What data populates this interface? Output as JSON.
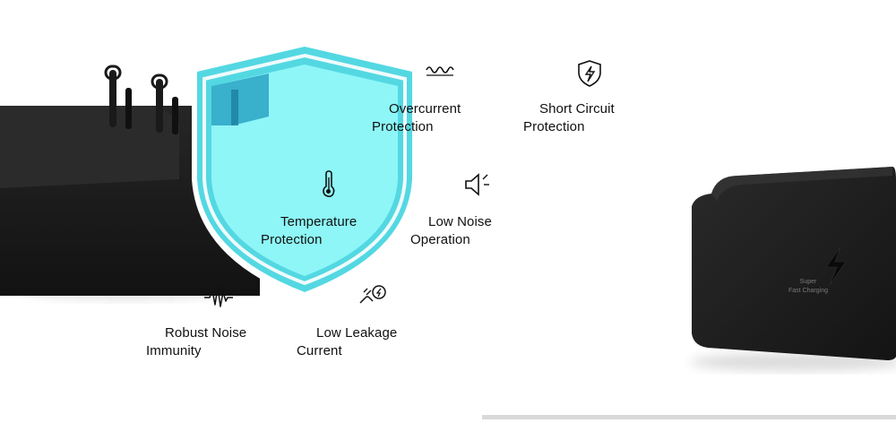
{
  "features": [
    {
      "id": "overcurrent",
      "icon": "sine-wave-icon",
      "line1": "Overcurrent",
      "line2": "Protection"
    },
    {
      "id": "short-circuit",
      "icon": "lightning-shield-icon",
      "line1": "Short Circuit",
      "line2": "Protection"
    },
    {
      "id": "temperature",
      "icon": "thermometer-icon",
      "line1": "Temperature",
      "line2": "Protection"
    },
    {
      "id": "low-noise",
      "icon": "speaker-icon",
      "line1": "Low Noise",
      "line2": "Operation"
    },
    {
      "id": "robust-noise",
      "icon": "waveform-icon",
      "line1": "Robust Noise",
      "line2": "Immunity"
    },
    {
      "id": "low-leakage",
      "icon": "hand-plug-icon",
      "line1": "Low Leakage",
      "line2": "Current"
    }
  ],
  "charger": {
    "caption_line1": "Super",
    "caption_line2": "Fast Charging",
    "logo_icon": "lightning-bolt-icon"
  },
  "colors": {
    "shield_outer": "#53d8e2",
    "shield_inner": "#8ef6f7",
    "charger_body": "#1e1e1e",
    "text": "#111111"
  }
}
